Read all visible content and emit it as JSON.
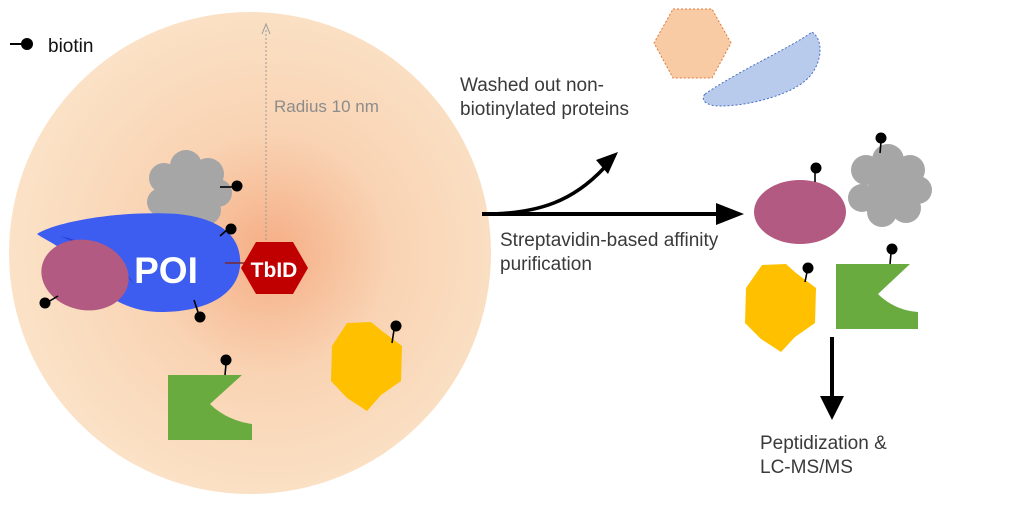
{
  "legend": {
    "label": "biotin"
  },
  "radius": {
    "label": "Radius 10 nm"
  },
  "poi": {
    "label": "POI"
  },
  "tbid": {
    "label": "TbID"
  },
  "washed": {
    "line1": "Washed out non-",
    "line2": "biotinylated proteins"
  },
  "purification": {
    "line1": "Streptavidin-based affinity",
    "line2": "purification"
  },
  "downstream": {
    "line1": "Peptidization &",
    "line2": "LC-MS/MS"
  },
  "colors": {
    "sphere_outer": "#fbe3c7",
    "sphere_inner": "#f6b48c",
    "poi_blue": "#3d5cf0",
    "poi_blue_dark": "#2b40d6",
    "magenta": "#b35a82",
    "gray_cloud": "#a6a6a6",
    "tbid_red": "#c00000",
    "yellow": "#ffc000",
    "green": "#6aab3f",
    "orange_hex": "#f8cba5",
    "blue_shape": "#b8cbec",
    "biotin": "#000000"
  }
}
